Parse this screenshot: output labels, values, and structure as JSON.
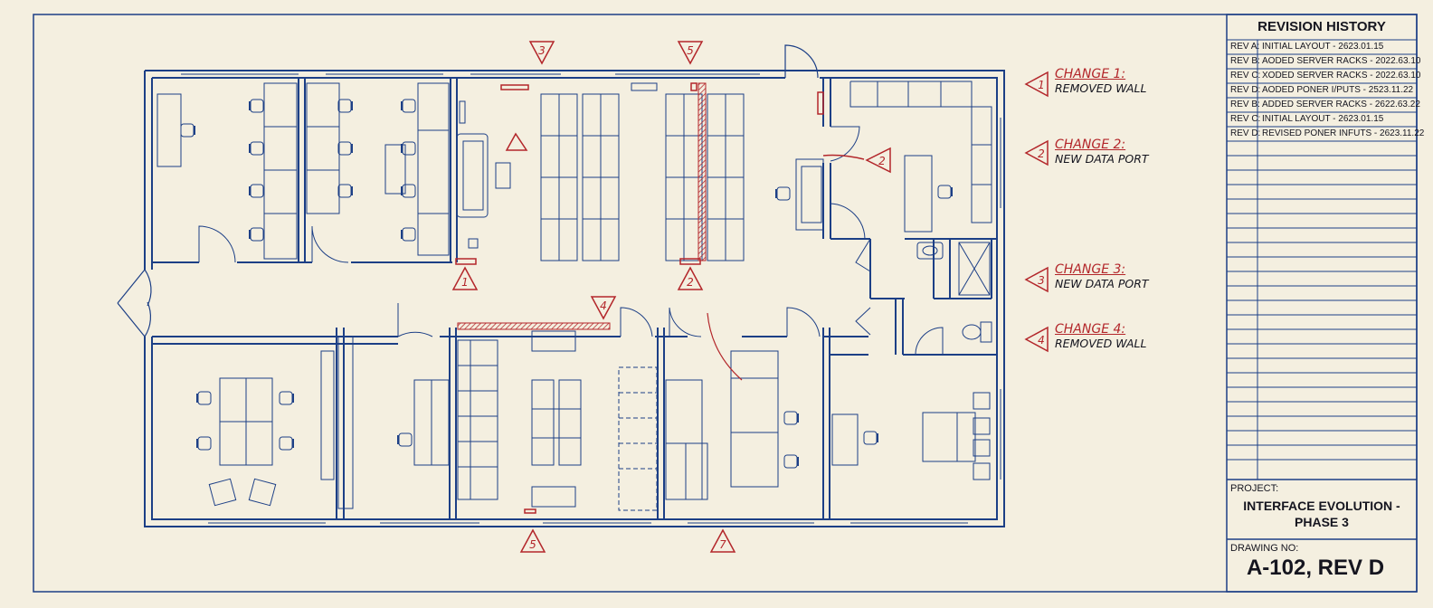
{
  "colors": {
    "paper": "#f4efe0",
    "line": "#1c3f86",
    "markup": "#b3262a",
    "ink": "#15151f"
  },
  "title_block": {
    "heading": "REVISION HISTORY",
    "revisions": [
      {
        "id": "REV A:",
        "desc": "INITIAL LAYOUT - 2623.01.15"
      },
      {
        "id": "REV B:",
        "desc": "AODED SERVER RACKS - 2022.63.10"
      },
      {
        "id": "REV C:",
        "desc": "XODED SERVER RACKS - 2022.63.10"
      },
      {
        "id": "REV D:",
        "desc": "AODED PONER I/PUTS - 2523.11.22"
      },
      {
        "id": "REV B:",
        "desc": "ADDED SERVER RACKS - 2622.63.22"
      },
      {
        "id": "REV C:",
        "desc": "INITIAL LAYOUT - 2623.01.15"
      },
      {
        "id": "REV D:",
        "desc": "REVISED PONER INFUTS - 2623.11.22"
      }
    ],
    "project_label": "PROJECT:",
    "project_line1": "INTERFACE EVOLUTION -",
    "project_line2": "PHASE 3",
    "drawing_label": "DRAWING NO:",
    "drawing_number": "A-102, REV D"
  },
  "change_notes": [
    {
      "num": "1",
      "title": "CHANGE 1:",
      "text": "REMOVED WALL"
    },
    {
      "num": "2",
      "title": "CHANGE 2:",
      "text": "NEW DATA PORT"
    },
    {
      "num": "3",
      "title": "CHANGE 3:",
      "text": "NEW DATA PORT"
    },
    {
      "num": "4",
      "title": "CHANGE 4:",
      "text": "REMOVED WALL"
    }
  ],
  "plan_tags": {
    "top_left": "3",
    "top_right": "5",
    "mid_left": "1",
    "mid_right": "2",
    "corridor": "4",
    "door": "2",
    "bottom_left": "5",
    "bottom_right": "7"
  }
}
